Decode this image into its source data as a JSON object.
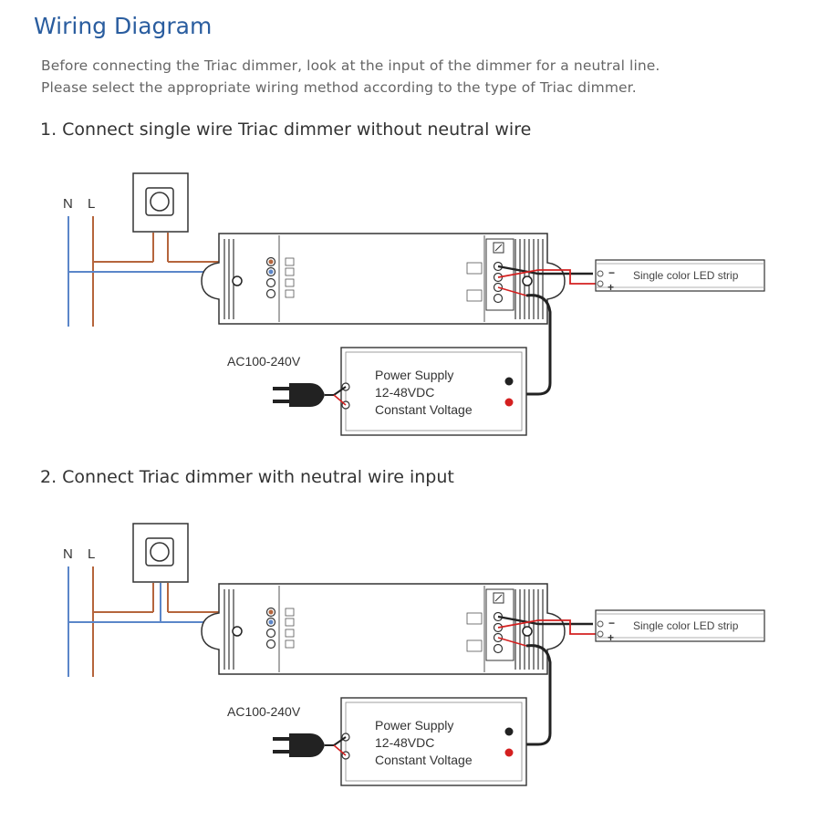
{
  "title": "Wiring Diagram",
  "intro": [
    "Before connecting the Triac dimmer, look at the input of the dimmer for a neutral line.",
    "Please select the appropriate wiring method according to the type of Triac dimmer."
  ],
  "diagrams": [
    {
      "heading": "1. Connect single wire Triac dimmer without neutral wire",
      "label_n": "N",
      "label_l": "L",
      "ac_label": "AC100-240V",
      "psu_lines": [
        "Power Supply",
        "12-48VDC",
        "Constant Voltage"
      ],
      "strip_label": "Single color LED strip",
      "strip_minus": "−",
      "strip_plus": "+"
    },
    {
      "heading": "2. Connect Triac dimmer with neutral wire input",
      "label_n": "N",
      "label_l": "L",
      "ac_label": "AC100-240V",
      "psu_lines": [
        "Power Supply",
        "12-48VDC",
        "Constant Voltage"
      ],
      "strip_label": "Single color LED strip",
      "strip_minus": "−",
      "strip_plus": "+"
    }
  ],
  "colors": {
    "title": "#2a5d9f",
    "neutral_wire": "#5b86c9",
    "live_wire": "#b5653c",
    "red_wire": "#d42020",
    "black_wire": "#222222"
  }
}
